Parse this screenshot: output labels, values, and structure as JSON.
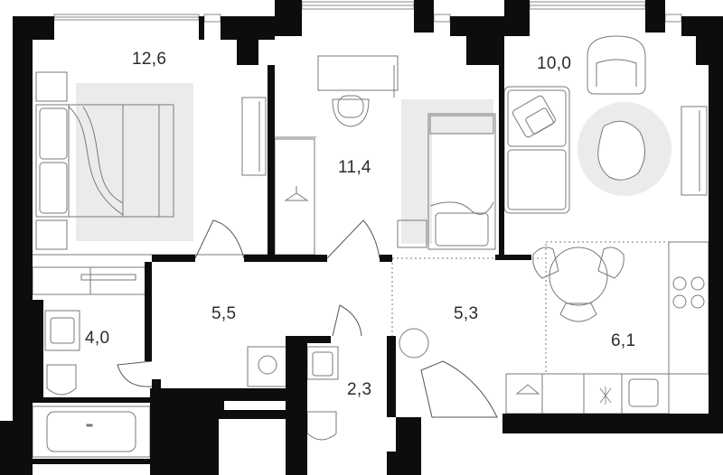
{
  "floor_plan": {
    "rooms": [
      {
        "id": "bedroom-1",
        "area": "12,6"
      },
      {
        "id": "bedroom-2",
        "area": "11,4"
      },
      {
        "id": "living-room",
        "area": "10,0"
      },
      {
        "id": "hallway",
        "area": "5,5"
      },
      {
        "id": "corridor",
        "area": "5,3"
      },
      {
        "id": "bathroom",
        "area": "4,0"
      },
      {
        "id": "wc",
        "area": "2,3"
      },
      {
        "id": "kitchen",
        "area": "6,1"
      }
    ],
    "colors": {
      "wall": "#0d0d0d",
      "furniture_line": "#7a7a7a",
      "rug": "#ebebeb",
      "text": "#2b2b2b"
    }
  }
}
